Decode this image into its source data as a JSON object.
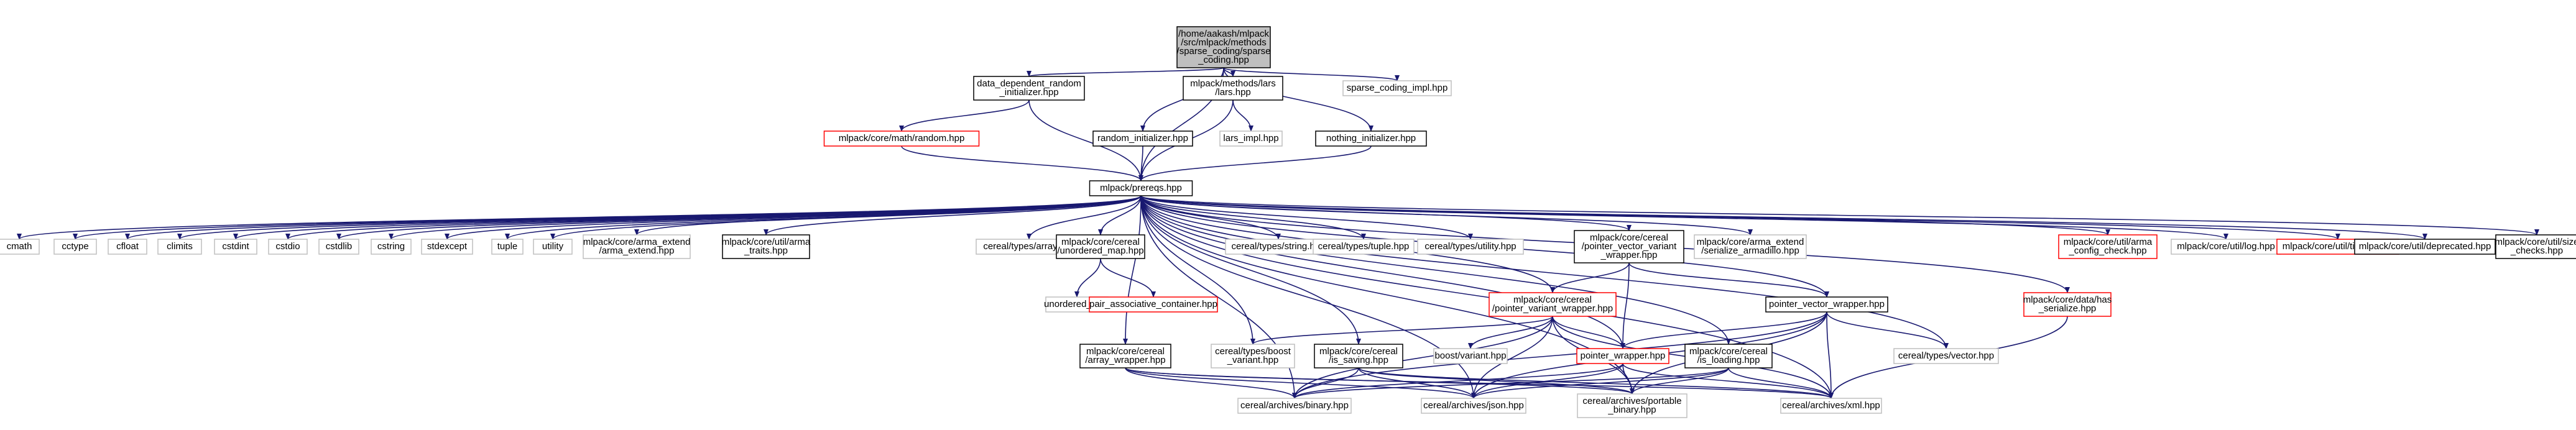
{
  "colors": {
    "edge": "#191970",
    "border_normal": "#000000",
    "border_missing": "#bfbfbf",
    "border_red": "#ff0000",
    "root_fill": "#bfbfbf",
    "node_fill": "#ffffff",
    "text": "#000000"
  },
  "nodes": [
    {
      "id": "root",
      "lines": [
        "/home/aakash/mlpack",
        "/src/mlpack/methods",
        "/sparse_coding/sparse",
        "_coding.hpp"
      ],
      "style": "root"
    },
    {
      "id": "ddri",
      "lines": [
        "data_dependent_random",
        "_initializer.hpp"
      ],
      "style": "normal"
    },
    {
      "id": "lars",
      "lines": [
        "mlpack/methods/lars",
        "/lars.hpp"
      ],
      "style": "normal"
    },
    {
      "id": "scimpl",
      "lines": [
        "sparse_coding_impl.hpp"
      ],
      "style": "missing"
    },
    {
      "id": "random",
      "lines": [
        "mlpack/core/math/random.hpp"
      ],
      "style": "red"
    },
    {
      "id": "randinit",
      "lines": [
        "random_initializer.hpp"
      ],
      "style": "normal"
    },
    {
      "id": "larsimpl",
      "lines": [
        "lars_impl.hpp"
      ],
      "style": "missing"
    },
    {
      "id": "nothing",
      "lines": [
        "nothing_initializer.hpp"
      ],
      "style": "normal"
    },
    {
      "id": "prereqs",
      "lines": [
        "mlpack/prereqs.hpp"
      ],
      "style": "normal"
    },
    {
      "id": "cmath",
      "lines": [
        "cmath"
      ],
      "style": "missing"
    },
    {
      "id": "cctype",
      "lines": [
        "cctype"
      ],
      "style": "missing"
    },
    {
      "id": "cfloat",
      "lines": [
        "cfloat"
      ],
      "style": "missing"
    },
    {
      "id": "climits",
      "lines": [
        "climits"
      ],
      "style": "missing"
    },
    {
      "id": "cstdint",
      "lines": [
        "cstdint"
      ],
      "style": "missing"
    },
    {
      "id": "cstdio",
      "lines": [
        "cstdio"
      ],
      "style": "missing"
    },
    {
      "id": "cstdlib",
      "lines": [
        "cstdlib"
      ],
      "style": "missing"
    },
    {
      "id": "cstring",
      "lines": [
        "cstring"
      ],
      "style": "missing"
    },
    {
      "id": "stdexcept",
      "lines": [
        "stdexcept"
      ],
      "style": "missing"
    },
    {
      "id": "tuple",
      "lines": [
        "tuple"
      ],
      "style": "missing"
    },
    {
      "id": "utility",
      "lines": [
        "utility"
      ],
      "style": "missing"
    },
    {
      "id": "armaext",
      "lines": [
        "mlpack/core/arma_extend",
        "/arma_extend.hpp"
      ],
      "style": "missing"
    },
    {
      "id": "armatraits",
      "lines": [
        "mlpack/core/util/arma",
        "_traits.hpp"
      ],
      "style": "normal"
    },
    {
      "id": "ctarray",
      "lines": [
        "cereal/types/array.hpp"
      ],
      "style": "missing"
    },
    {
      "id": "ctumap",
      "lines": [
        "mlpack/core/cereal",
        "/unordered_map.hpp"
      ],
      "style": "normal"
    },
    {
      "id": "ctstring",
      "lines": [
        "cereal/types/string.hpp"
      ],
      "style": "missing"
    },
    {
      "id": "cttuple",
      "lines": [
        "cereal/types/tuple.hpp"
      ],
      "style": "missing"
    },
    {
      "id": "ctutility",
      "lines": [
        "cereal/types/utility.hpp"
      ],
      "style": "missing"
    },
    {
      "id": "pvvw",
      "lines": [
        "mlpack/core/cereal",
        "/pointer_vector_variant",
        "_wrapper.hpp"
      ],
      "style": "normal"
    },
    {
      "id": "serarma",
      "lines": [
        "mlpack/core/arma_extend",
        "/serialize_armadillo.hpp"
      ],
      "style": "missing"
    },
    {
      "id": "armacfg",
      "lines": [
        "mlpack/core/util/arma",
        "_config_check.hpp"
      ],
      "style": "red"
    },
    {
      "id": "log",
      "lines": [
        "mlpack/core/util/log.hpp"
      ],
      "style": "missing"
    },
    {
      "id": "timers",
      "lines": [
        "mlpack/core/util/timers.hpp"
      ],
      "style": "red"
    },
    {
      "id": "deprecated",
      "lines": [
        "mlpack/core/util/deprecated.hpp"
      ],
      "style": "normal"
    },
    {
      "id": "sizechecks",
      "lines": [
        "mlpack/core/util/size",
        "_checks.hpp"
      ],
      "style": "normal"
    },
    {
      "id": "umap",
      "lines": [
        "unordered_map"
      ],
      "style": "missing"
    },
    {
      "id": "pairassoc",
      "lines": [
        "pair_associative_container.hpp"
      ],
      "style": "red"
    },
    {
      "id": "pvw",
      "lines": [
        "mlpack/core/cereal",
        "/pointer_variant_wrapper.hpp"
      ],
      "style": "red"
    },
    {
      "id": "pvecw",
      "lines": [
        "pointer_vector_wrapper.hpp"
      ],
      "style": "normal"
    },
    {
      "id": "hasser",
      "lines": [
        "mlpack/core/data/has",
        "_serialize.hpp"
      ],
      "style": "red"
    },
    {
      "id": "bvariant",
      "lines": [
        "boost/variant.hpp"
      ],
      "style": "missing"
    },
    {
      "id": "ctboost",
      "lines": [
        "cereal/types/boost",
        "_variant.hpp"
      ],
      "style": "missing"
    },
    {
      "id": "ctvector",
      "lines": [
        "cereal/types/vector.hpp"
      ],
      "style": "missing"
    },
    {
      "id": "arrw",
      "lines": [
        "mlpack/core/cereal",
        "/array_wrapper.hpp"
      ],
      "style": "normal"
    },
    {
      "id": "issaving",
      "lines": [
        "mlpack/core/cereal",
        "/is_saving.hpp"
      ],
      "style": "normal"
    },
    {
      "id": "ptrw",
      "lines": [
        "pointer_wrapper.hpp"
      ],
      "style": "red"
    },
    {
      "id": "isloading",
      "lines": [
        "mlpack/core/cereal",
        "/is_loading.hpp"
      ],
      "style": "normal"
    },
    {
      "id": "cabinary",
      "lines": [
        "cereal/archives/binary.hpp"
      ],
      "style": "missing"
    },
    {
      "id": "cajson",
      "lines": [
        "cereal/archives/json.hpp"
      ],
      "style": "missing"
    },
    {
      "id": "caportable",
      "lines": [
        "cereal/archives/portable",
        "_binary.hpp"
      ],
      "style": "missing"
    },
    {
      "id": "caxml",
      "lines": [
        "cereal/archives/xml.hpp"
      ],
      "style": "missing"
    }
  ],
  "edges": [
    [
      "root",
      "ddri"
    ],
    [
      "root",
      "lars"
    ],
    [
      "root",
      "scimpl"
    ],
    [
      "root",
      "randinit"
    ],
    [
      "root",
      "nothing"
    ],
    [
      "root",
      "prereqs"
    ],
    [
      "ddri",
      "random"
    ],
    [
      "ddri",
      "prereqs"
    ],
    [
      "lars",
      "larsimpl"
    ],
    [
      "lars",
      "prereqs"
    ],
    [
      "randinit",
      "prereqs"
    ],
    [
      "nothing",
      "prereqs"
    ],
    [
      "random",
      "prereqs"
    ],
    [
      "prereqs",
      "cmath"
    ],
    [
      "prereqs",
      "cctype"
    ],
    [
      "prereqs",
      "cfloat"
    ],
    [
      "prereqs",
      "climits"
    ],
    [
      "prereqs",
      "cstdint"
    ],
    [
      "prereqs",
      "cstdio"
    ],
    [
      "prereqs",
      "cstdlib"
    ],
    [
      "prereqs",
      "cstring"
    ],
    [
      "prereqs",
      "stdexcept"
    ],
    [
      "prereqs",
      "tuple"
    ],
    [
      "prereqs",
      "utility"
    ],
    [
      "prereqs",
      "armaext"
    ],
    [
      "prereqs",
      "armatraits"
    ],
    [
      "prereqs",
      "ctarray"
    ],
    [
      "prereqs",
      "ctumap"
    ],
    [
      "prereqs",
      "ctstring"
    ],
    [
      "prereqs",
      "cttuple"
    ],
    [
      "prereqs",
      "ctutility"
    ],
    [
      "prereqs",
      "pvvw"
    ],
    [
      "prereqs",
      "serarma"
    ],
    [
      "prereqs",
      "armacfg"
    ],
    [
      "prereqs",
      "log"
    ],
    [
      "prereqs",
      "timers"
    ],
    [
      "prereqs",
      "deprecated"
    ],
    [
      "prereqs",
      "sizechecks"
    ],
    [
      "prereqs",
      "pvw"
    ],
    [
      "prereqs",
      "pvecw"
    ],
    [
      "prereqs",
      "hasser"
    ],
    [
      "prereqs",
      "ctboost"
    ],
    [
      "prereqs",
      "ctvector"
    ],
    [
      "prereqs",
      "arrw"
    ],
    [
      "prereqs",
      "issaving"
    ],
    [
      "prereqs",
      "ptrw"
    ],
    [
      "prereqs",
      "isloading"
    ],
    [
      "prereqs",
      "cabinary"
    ],
    [
      "prereqs",
      "cajson"
    ],
    [
      "prereqs",
      "caportable"
    ],
    [
      "prereqs",
      "caxml"
    ],
    [
      "ctumap",
      "umap"
    ],
    [
      "ctumap",
      "pairassoc"
    ],
    [
      "pvvw",
      "pvw"
    ],
    [
      "pvvw",
      "pvecw"
    ],
    [
      "pvvw",
      "ptrw"
    ],
    [
      "pvw",
      "bvariant"
    ],
    [
      "pvw",
      "ctboost"
    ],
    [
      "pvw",
      "ptrw"
    ],
    [
      "pvw",
      "cabinary"
    ],
    [
      "pvw",
      "cajson"
    ],
    [
      "pvw",
      "caportable"
    ],
    [
      "pvw",
      "caxml"
    ],
    [
      "pvecw",
      "ctvector"
    ],
    [
      "pvecw",
      "ptrw"
    ],
    [
      "pvecw",
      "cabinary"
    ],
    [
      "pvecw",
      "cajson"
    ],
    [
      "pvecw",
      "caportable"
    ],
    [
      "pvecw",
      "caxml"
    ],
    [
      "hasser",
      "caxml"
    ],
    [
      "arrw",
      "cabinary"
    ],
    [
      "arrw",
      "cajson"
    ],
    [
      "arrw",
      "caportable"
    ],
    [
      "arrw",
      "caxml"
    ],
    [
      "issaving",
      "cabinary"
    ],
    [
      "issaving",
      "cajson"
    ],
    [
      "issaving",
      "caportable"
    ],
    [
      "issaving",
      "caxml"
    ],
    [
      "ptrw",
      "cabinary"
    ],
    [
      "ptrw",
      "cajson"
    ],
    [
      "ptrw",
      "caportable"
    ],
    [
      "ptrw",
      "caxml"
    ],
    [
      "isloading",
      "cabinary"
    ],
    [
      "isloading",
      "cajson"
    ],
    [
      "isloading",
      "caportable"
    ],
    [
      "isloading",
      "caxml"
    ]
  ]
}
